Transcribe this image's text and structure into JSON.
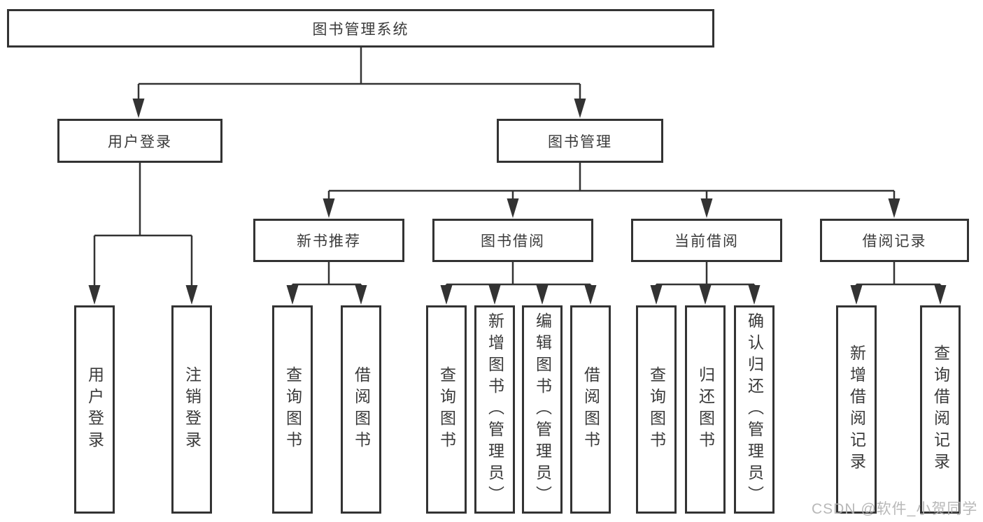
{
  "tree": {
    "label": "图书管理系统",
    "children": [
      {
        "label": "用户登录",
        "children": [
          {
            "label": "用户登录"
          },
          {
            "label": "注销登录"
          }
        ]
      },
      {
        "label": "图书管理",
        "children": [
          {
            "label": "新书推荐",
            "children": [
              {
                "label": "查询图书"
              },
              {
                "label": "借阅图书"
              }
            ]
          },
          {
            "label": "图书借阅",
            "children": [
              {
                "label": "查询图书"
              },
              {
                "label": "新增图书（管理员）"
              },
              {
                "label": "编辑图书（管理员）"
              },
              {
                "label": "借阅图书"
              }
            ]
          },
          {
            "label": "当前借阅",
            "children": [
              {
                "label": "查询图书"
              },
              {
                "label": "归还图书"
              },
              {
                "label": "确认归还（管理员）"
              }
            ]
          },
          {
            "label": "借阅记录",
            "children": [
              {
                "label": "新增借阅记录"
              },
              {
                "label": "查询借阅记录"
              }
            ]
          }
        ]
      }
    ]
  },
  "watermark": "CSDN @软件_小贺同学",
  "colors": {
    "line": "#333333",
    "box_border": "#333333",
    "text": "#3a3a3a",
    "watermark": "#b2b2b2",
    "background": "#ffffff"
  }
}
